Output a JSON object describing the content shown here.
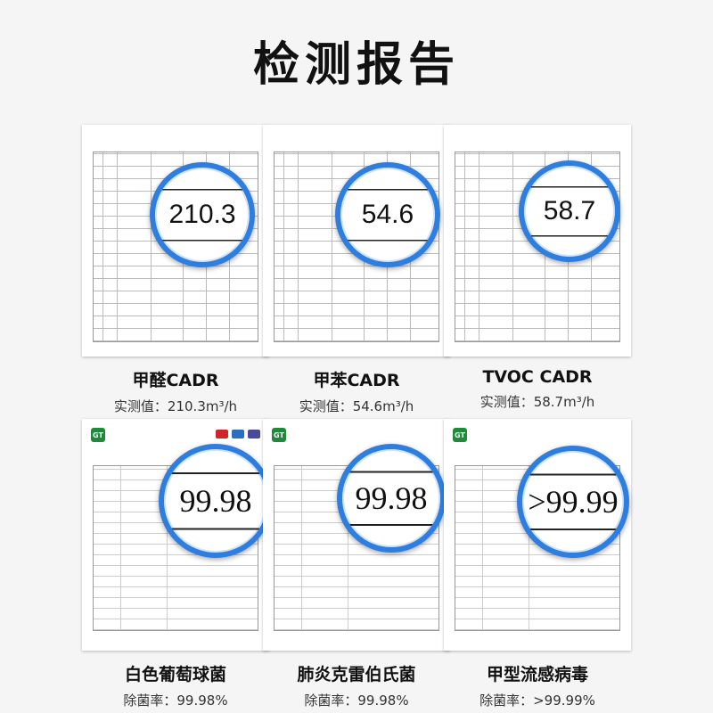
{
  "page_title": "检测报告",
  "cadr": [
    {
      "name": "甲醛CADR",
      "sub": "实测值：210.3m³/h",
      "zoom": "210.3"
    },
    {
      "name": "甲苯CADR",
      "sub": "实测值：54.6m³/h",
      "zoom": "54.6"
    },
    {
      "name": "TVOC CADR",
      "sub": "实测值：58.7m³/h",
      "zoom": "58.7"
    }
  ],
  "bio": [
    {
      "name": "白色葡萄球菌",
      "sub": "除菌率：99.98%",
      "zoom": "99.98"
    },
    {
      "name": "肺炎克雷伯氏菌",
      "sub": "除菌率：99.98%",
      "zoom": "99.98"
    },
    {
      "name": "甲型流感病毒",
      "sub": "除菌率：>99.99%",
      "zoom": ">99.99"
    }
  ],
  "colors": {
    "ring": "#2e7ee0",
    "logo": "#1f8a3a"
  },
  "icons": {
    "lab_logo": "ct-logo-icon",
    "cert_badges": [
      "cma-icon",
      "ilac-icon",
      "cnas-icon"
    ]
  }
}
